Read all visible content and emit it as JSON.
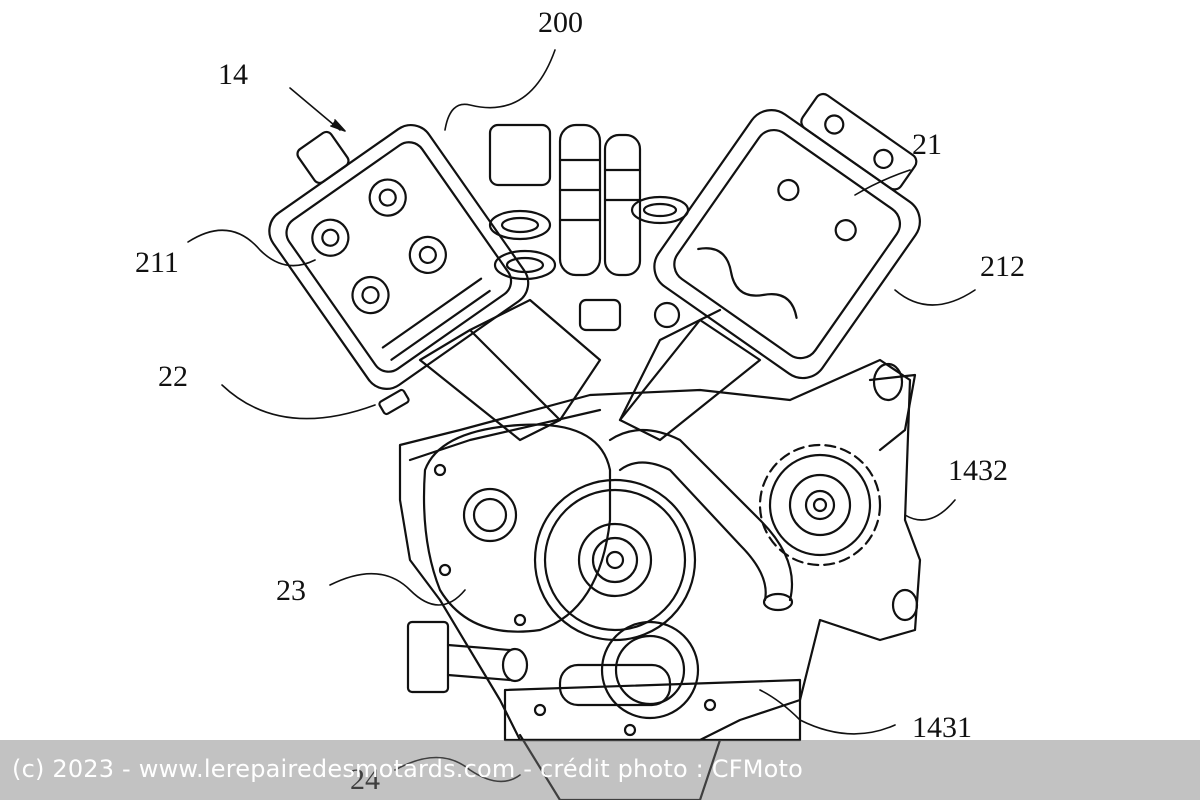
{
  "diagram": {
    "labels": {
      "l14": "14",
      "l200": "200",
      "l21": "21",
      "l211": "211",
      "l212": "212",
      "l22": "22",
      "l1432": "1432",
      "l23": "23",
      "l1431": "1431",
      "l24": "24"
    }
  },
  "credit": {
    "text": "(c) 2023 - www.lerepairedesmotards.com - crédit photo : CFMoto"
  },
  "colors": {
    "line": "#111111",
    "background": "#ffffff",
    "credit_bar": "#8a8a8a"
  }
}
